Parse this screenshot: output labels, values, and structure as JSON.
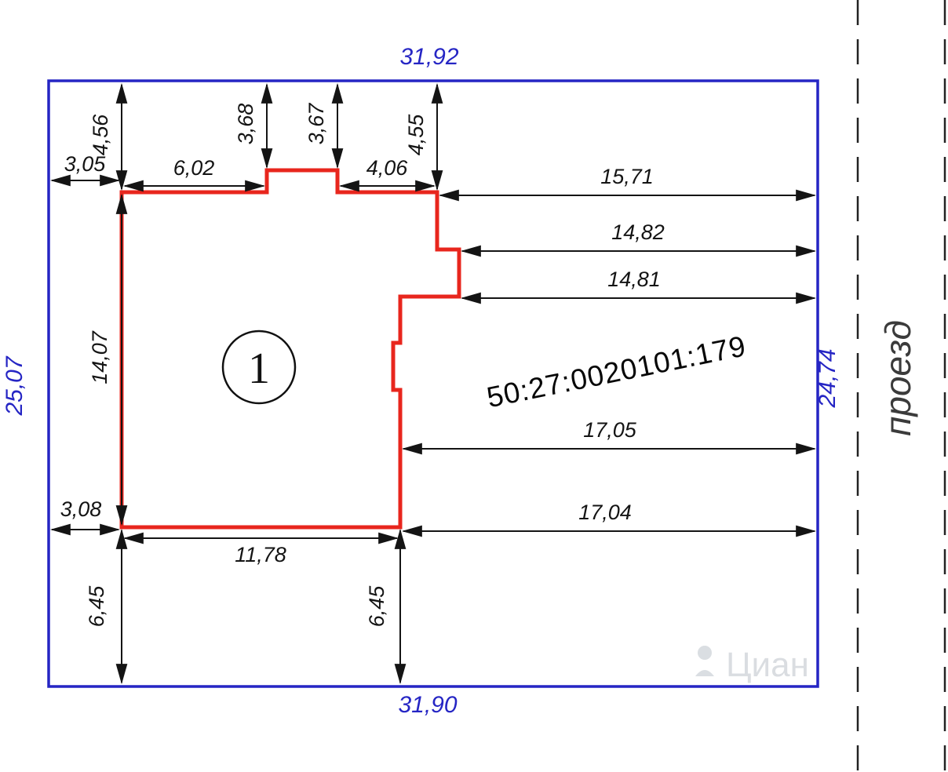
{
  "drawing": {
    "boundary_labels": {
      "top": "31,92",
      "bottom": "31,90",
      "left": "25,07",
      "right": "24,74"
    },
    "cadastral_number": "50:27:0020101:179",
    "building_number": "1",
    "road_label": "проезд",
    "watermark": "Циан",
    "colors": {
      "boundary": "#2525c4",
      "building_outline": "#e8261d",
      "dimension": "#141414"
    }
  },
  "dimensions": {
    "top_offset_left": "4,56",
    "top_notch_left": "3,68",
    "top_notch_right": "3,67",
    "top_offset_right": "4,55",
    "left_to_building_top": "3,05",
    "top_edge_left": "6,02",
    "top_edge_right": "4,06",
    "right_gap_1": "15,71",
    "right_gap_2": "14,82",
    "right_gap_3": "14,81",
    "left_edge_height": "14,07",
    "right_gap_4": "17,05",
    "left_to_building_bottom": "3,08",
    "right_gap_5": "17,04",
    "bottom_edge": "11,78",
    "bottom_offset_left": "6,45",
    "bottom_offset_right": "6,45"
  }
}
